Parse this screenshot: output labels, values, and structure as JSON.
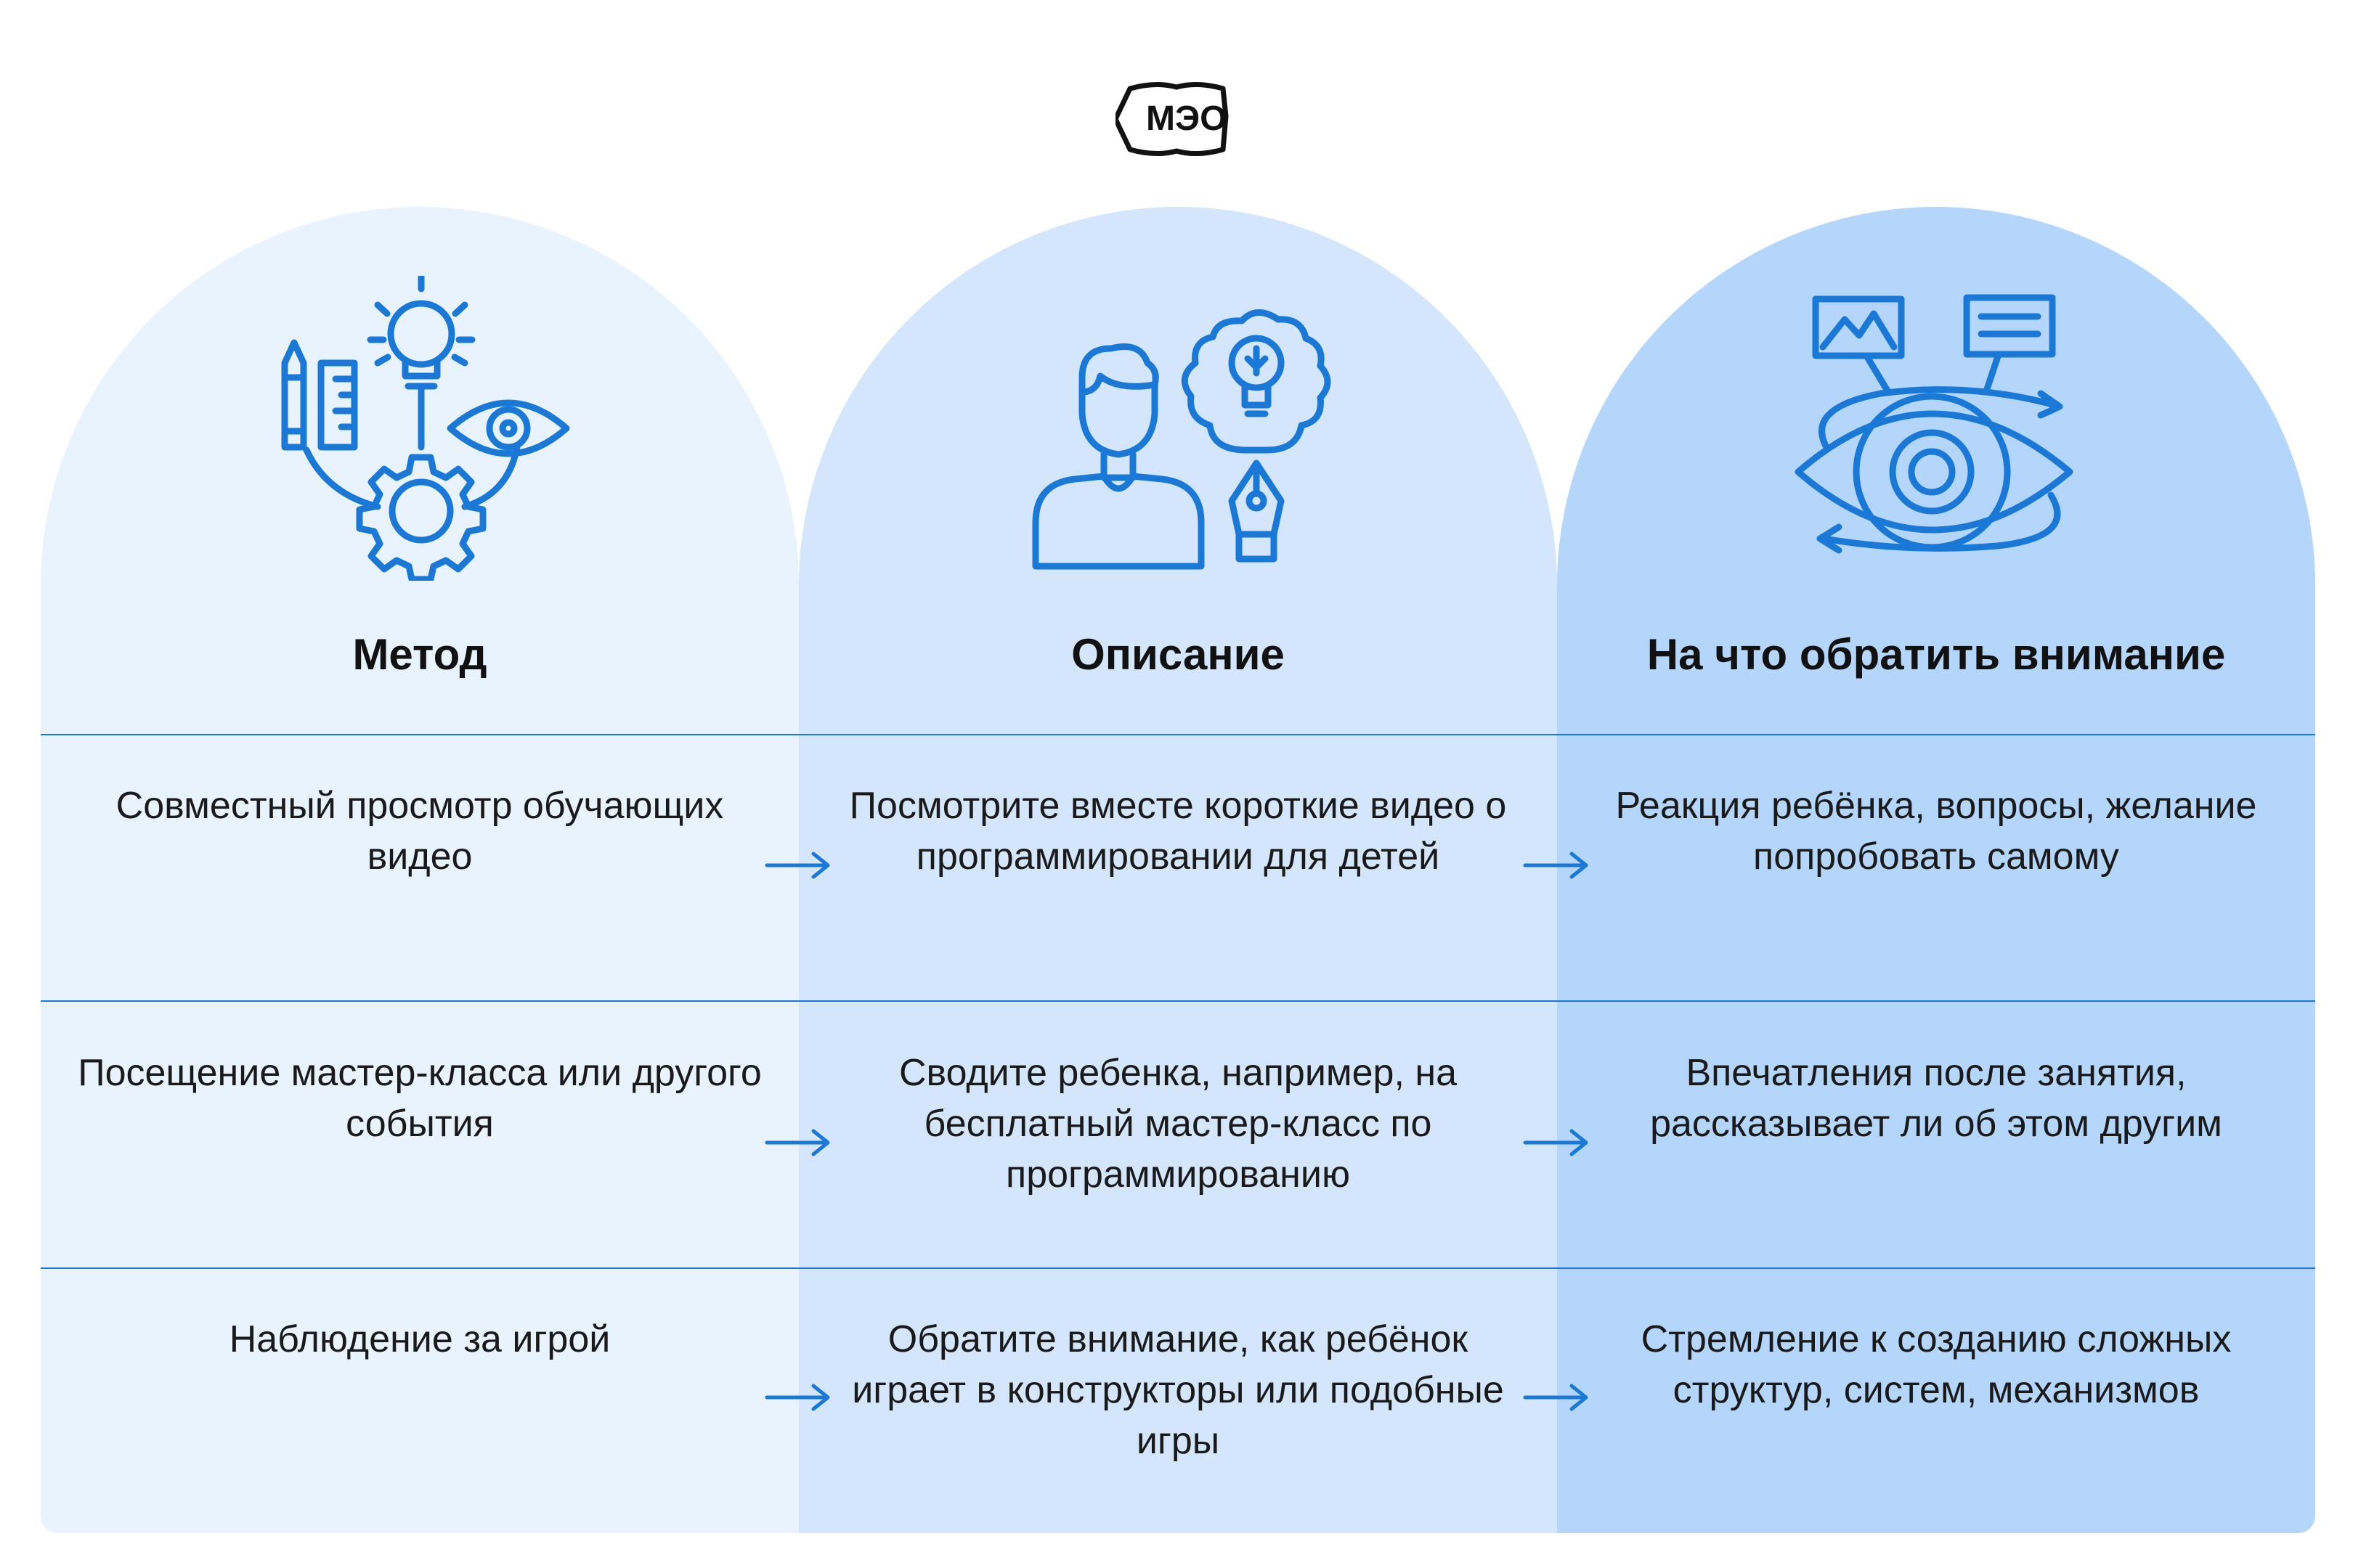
{
  "logo": {
    "text": "МЭО"
  },
  "headers": [
    "Метод",
    "Описание",
    "На что обратить внимание"
  ],
  "rows": [
    {
      "method": "Совместный просмотр обучающих видео",
      "description": "Посмотрите вместе короткие видео о программировании для детей",
      "attention": "Реакция ребёнка, вопросы, желание попробовать самому"
    },
    {
      "method": "Посещение мастер-класса или другого события",
      "description": "Сводите ребенка, например, на бесплатный мастер-класс по программированию",
      "attention": "Впечатления после занятия, рассказывает ли об этом другим"
    },
    {
      "method": "Наблюдение за игрой",
      "description": "Обратите внимание, как ребёнок играет в конструкторы или подобные игры",
      "attention": "Стремление к созданию сложных структур, систем, механизмов"
    }
  ],
  "icons": [
    "method-icon",
    "description-icon",
    "attention-icon"
  ],
  "colors": {
    "accent": "#1a78d6",
    "column_1": "#e8f3fd",
    "column_2": "#d3e6fb",
    "column_3": "#b5d6fb"
  }
}
